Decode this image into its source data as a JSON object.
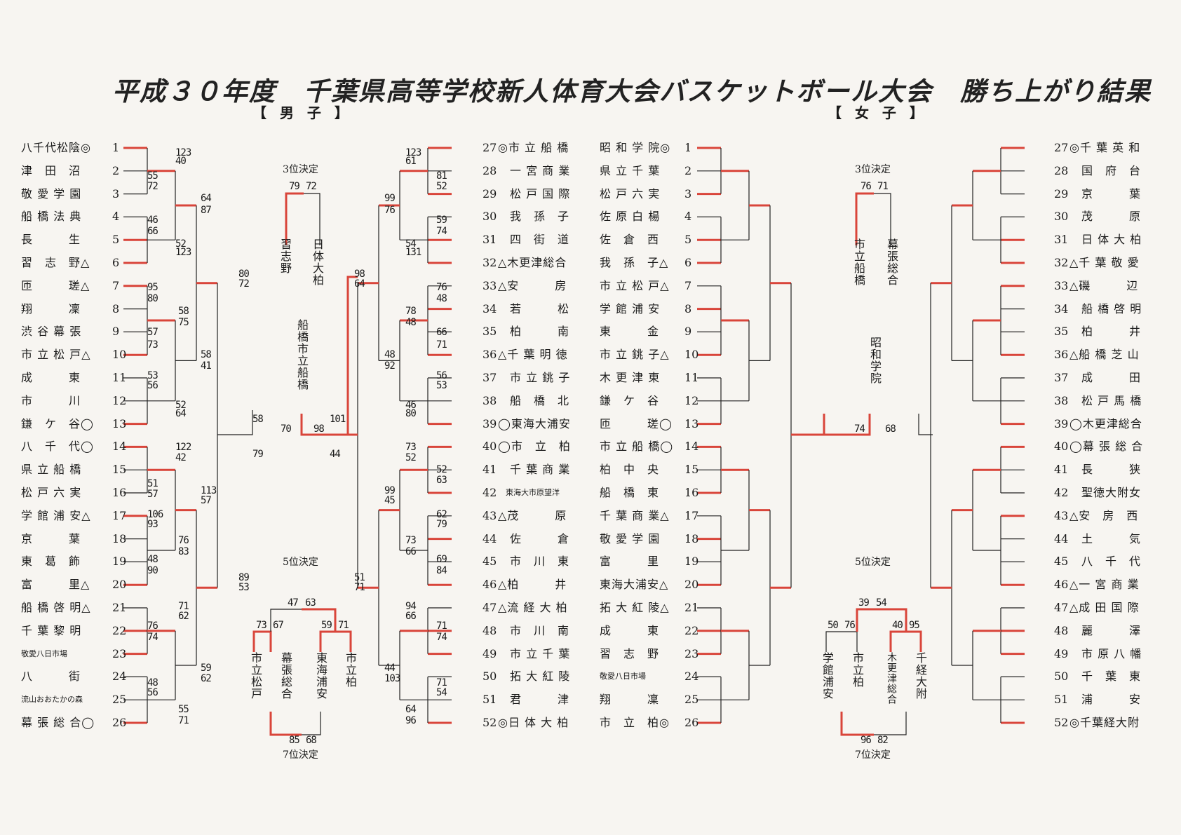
{
  "title": "平成３０年度　千葉県高等学校新人体育大会バスケットボール大会　勝ち上がり結果",
  "divisions": {
    "men": "【 男 子 】",
    "women": "【 女 子 】"
  },
  "colors": {
    "win_line": "#d9453a",
    "line": "#222222",
    "paper": "#f7f5f1"
  },
  "men": {
    "teams_left": [
      {
        "seed": "1",
        "name": "八千代松陰◎"
      },
      {
        "seed": "2",
        "name": "津　田　沼"
      },
      {
        "seed": "3",
        "name": "敬 愛 学 園"
      },
      {
        "seed": "4",
        "name": "船 橋 法 典"
      },
      {
        "seed": "5",
        "name": "長　　　生"
      },
      {
        "seed": "6",
        "name": "習　志　野△"
      },
      {
        "seed": "7",
        "name": "匝　　　瑳△"
      },
      {
        "seed": "8",
        "name": "翔　　　凜"
      },
      {
        "seed": "9",
        "name": "渋 谷 幕 張"
      },
      {
        "seed": "10",
        "name": "市 立 松 戸△"
      },
      {
        "seed": "11",
        "name": "成　　　東"
      },
      {
        "seed": "12",
        "name": "市　　　川"
      },
      {
        "seed": "13",
        "name": "鎌　ケ　谷◯"
      },
      {
        "seed": "14",
        "name": "八　千　代◯"
      },
      {
        "seed": "15",
        "name": "県 立 船 橋"
      },
      {
        "seed": "16",
        "name": "松 戸 六 実"
      },
      {
        "seed": "17",
        "name": "学 館 浦 安△"
      },
      {
        "seed": "18",
        "name": "京　　　葉"
      },
      {
        "seed": "19",
        "name": "東　葛　飾"
      },
      {
        "seed": "20",
        "name": "富　　　里△"
      },
      {
        "seed": "21",
        "name": "船 橋 啓 明△"
      },
      {
        "seed": "22",
        "name": "千 葉 黎 明"
      },
      {
        "seed": "23",
        "name": "敬愛八日市場",
        "small": true
      },
      {
        "seed": "24",
        "name": "八　　　街"
      },
      {
        "seed": "25",
        "name": "流山おおたかの森",
        "small": true
      },
      {
        "seed": "26",
        "name": "幕 張 総 合◯"
      }
    ],
    "teams_right": [
      {
        "seed": "27",
        "name": "◎市 立 船 橋"
      },
      {
        "seed": "28",
        "name": "　一 宮 商 業"
      },
      {
        "seed": "29",
        "name": "　松 戸 国 際"
      },
      {
        "seed": "30",
        "name": "　我　孫　子"
      },
      {
        "seed": "31",
        "name": "　四　街　道"
      },
      {
        "seed": "32",
        "name": "△木更津総合"
      },
      {
        "seed": "33",
        "name": "△安　　　房"
      },
      {
        "seed": "34",
        "name": "　若　　　松"
      },
      {
        "seed": "35",
        "name": "　柏　　　南"
      },
      {
        "seed": "36",
        "name": "△千 葉 明 徳"
      },
      {
        "seed": "37",
        "name": "　市 立 銚 子"
      },
      {
        "seed": "38",
        "name": "　船　橋　北"
      },
      {
        "seed": "39",
        "name": "◯東海大浦安"
      },
      {
        "seed": "40",
        "name": "◯市　立　柏"
      },
      {
        "seed": "41",
        "name": "　千 葉 商 業"
      },
      {
        "seed": "42",
        "name": "　東海大市原望洋",
        "small": true
      },
      {
        "seed": "43",
        "name": "△茂　　　原"
      },
      {
        "seed": "44",
        "name": "　佐　　　倉"
      },
      {
        "seed": "45",
        "name": "　市　川　東"
      },
      {
        "seed": "46",
        "name": "△柏　　　井"
      },
      {
        "seed": "47",
        "name": "△流 経 大 柏"
      },
      {
        "seed": "48",
        "name": "　市　川　南"
      },
      {
        "seed": "49",
        "name": "　市 立 千 葉"
      },
      {
        "seed": "50",
        "name": "　拓 大 紅 陵"
      },
      {
        "seed": "51",
        "name": "　君　　　津"
      },
      {
        "seed": "52",
        "name": "◎日 体 大 柏"
      }
    ],
    "third_place": {
      "label": "3位決定",
      "scores": [
        "79",
        "72"
      ],
      "teams": [
        "習志野",
        "日体大柏"
      ]
    },
    "final": {
      "winner": "船橋市立船橋",
      "scores": [
        "70",
        "98"
      ]
    },
    "fifth_place": {
      "label": "5位決定",
      "scores": [
        "47",
        "63"
      ],
      "sub_scores": [
        "73",
        "67",
        "59",
        "71"
      ],
      "teams": [
        "市立松戸",
        "幕張総合",
        "東海浦安",
        "市立柏"
      ]
    },
    "seventh_place": {
      "label": "7位決定",
      "scores": [
        "85",
        "68"
      ]
    },
    "round_scores": [
      "123",
      "40",
      "55",
      "72",
      "64",
      "87",
      "46",
      "66",
      "52",
      "123",
      "80",
      "72",
      "95",
      "80",
      "58",
      "75",
      "57",
      "73",
      "58",
      "41",
      "53",
      "56",
      "52",
      "64",
      "58",
      "79",
      "122",
      "42",
      "113",
      "57",
      "51",
      "57",
      "106",
      "93",
      "76",
      "83",
      "48",
      "90",
      "89",
      "53",
      "71",
      "62",
      "76",
      "74",
      "59",
      "62",
      "48",
      "56",
      "55",
      "71",
      "101",
      "44",
      "123",
      "61",
      "81",
      "52",
      "99",
      "76",
      "59",
      "74",
      "54",
      "131",
      "98",
      "64",
      "76",
      "48",
      "78",
      "48",
      "66",
      "71",
      "48",
      "92",
      "56",
      "53",
      "46",
      "80",
      "73",
      "52",
      "52",
      "63",
      "99",
      "45",
      "62",
      "79",
      "73",
      "66",
      "69",
      "84",
      "51",
      "71",
      "94",
      "66",
      "71",
      "74",
      "44",
      "103",
      "71",
      "54",
      "64",
      "96"
    ]
  },
  "women": {
    "teams_left": [
      {
        "seed": "1",
        "name": "昭 和 学 院◎"
      },
      {
        "seed": "2",
        "name": "県 立 千 葉"
      },
      {
        "seed": "3",
        "name": "松 戸 六 実"
      },
      {
        "seed": "4",
        "name": "佐 原 白 楊"
      },
      {
        "seed": "5",
        "name": "佐　倉　西"
      },
      {
        "seed": "6",
        "name": "我　孫　子△"
      },
      {
        "seed": "7",
        "name": "市 立 松 戸△"
      },
      {
        "seed": "8",
        "name": "学 館 浦 安"
      },
      {
        "seed": "9",
        "name": "東　　　金"
      },
      {
        "seed": "10",
        "name": "市 立 銚 子△"
      },
      {
        "seed": "11",
        "name": "木 更 津 東"
      },
      {
        "seed": "12",
        "name": "鎌　ケ　谷"
      },
      {
        "seed": "13",
        "name": "匝　　　瑳◯"
      },
      {
        "seed": "14",
        "name": "市 立 船 橋◯"
      },
      {
        "seed": "15",
        "name": "柏　中　央"
      },
      {
        "seed": "16",
        "name": "船　橋　東"
      },
      {
        "seed": "17",
        "name": "千 葉 商 業△"
      },
      {
        "seed": "18",
        "name": "敬 愛 学 園"
      },
      {
        "seed": "19",
        "name": "富　　　里"
      },
      {
        "seed": "20",
        "name": "東海大浦安△"
      },
      {
        "seed": "21",
        "name": "拓 大 紅 陵△"
      },
      {
        "seed": "22",
        "name": "成　　　東"
      },
      {
        "seed": "23",
        "name": "習　志　野"
      },
      {
        "seed": "24",
        "name": "敬愛八日市場",
        "small": true
      },
      {
        "seed": "25",
        "name": "翔　　　凜"
      },
      {
        "seed": "26",
        "name": "市　立　柏◎"
      }
    ],
    "teams_right": [
      {
        "seed": "27",
        "name": "◎千 葉 英 和"
      },
      {
        "seed": "28",
        "name": "　国　府　台"
      },
      {
        "seed": "29",
        "name": "　京　　　葉"
      },
      {
        "seed": "30",
        "name": "　茂　　　原"
      },
      {
        "seed": "31",
        "name": "　日 体 大 柏"
      },
      {
        "seed": "32",
        "name": "△千 葉 敬 愛"
      },
      {
        "seed": "33",
        "name": "△磯　　　辺"
      },
      {
        "seed": "34",
        "name": "　船 橋 啓 明"
      },
      {
        "seed": "35",
        "name": "　柏　　　井"
      },
      {
        "seed": "36",
        "name": "△船 橋 芝 山"
      },
      {
        "seed": "37",
        "name": "　成　　　田"
      },
      {
        "seed": "38",
        "name": "　松 戸 馬 橋"
      },
      {
        "seed": "39",
        "name": "◯木更津総合"
      },
      {
        "seed": "40",
        "name": "◯幕 張 総 合"
      },
      {
        "seed": "41",
        "name": "　長　　　狭"
      },
      {
        "seed": "42",
        "name": "　聖徳大附女"
      },
      {
        "seed": "43",
        "name": "△安　房　西"
      },
      {
        "seed": "44",
        "name": "　土　　　気"
      },
      {
        "seed": "45",
        "name": "　八　千　代"
      },
      {
        "seed": "46",
        "name": "△一 宮 商 業"
      },
      {
        "seed": "47",
        "name": "△成 田 国 際"
      },
      {
        "seed": "48",
        "name": "　麗　　　澤"
      },
      {
        "seed": "49",
        "name": "　市 原 八 幡"
      },
      {
        "seed": "50",
        "name": "　千　葉　東"
      },
      {
        "seed": "51",
        "name": "　浦　　　安"
      },
      {
        "seed": "52",
        "name": "◎千葉経大附"
      }
    ],
    "third_place": {
      "label": "3位決定",
      "scores": [
        "76",
        "71"
      ],
      "teams": [
        "市立船橋",
        "幕張総合"
      ]
    },
    "final": {
      "winner": "昭和学院",
      "scores": [
        "74",
        "68"
      ]
    },
    "fifth_place": {
      "label": "5位決定",
      "scores": [
        "39",
        "54"
      ],
      "sub_scores": [
        "50",
        "76",
        "40",
        "95"
      ],
      "teams": [
        "学館浦安",
        "市立柏",
        "木更津総合",
        "千経大附"
      ]
    },
    "seventh_place": {
      "label": "7位決定",
      "scores": [
        "96",
        "82"
      ]
    }
  }
}
